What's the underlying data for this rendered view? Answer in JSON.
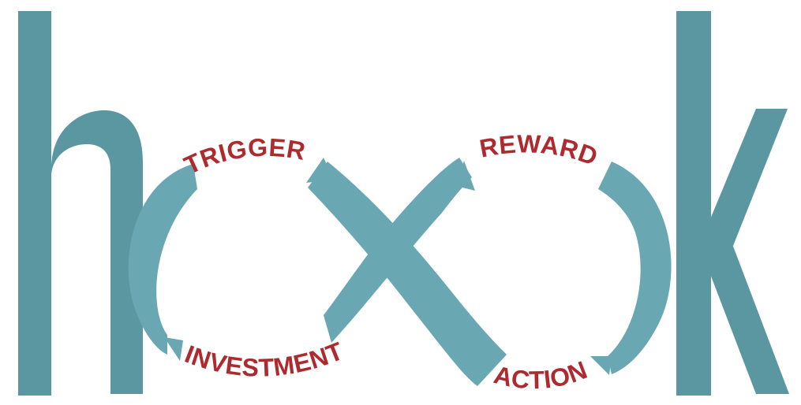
{
  "colors": {
    "letters": "#5a97a1",
    "loop": "#69a8b3",
    "label": "#ad2b2f",
    "background": "#ffffff"
  },
  "stages": {
    "trigger": "TRIGGER",
    "reward": "REWARD",
    "investment": "INVESTMENT",
    "action": "ACTION"
  }
}
